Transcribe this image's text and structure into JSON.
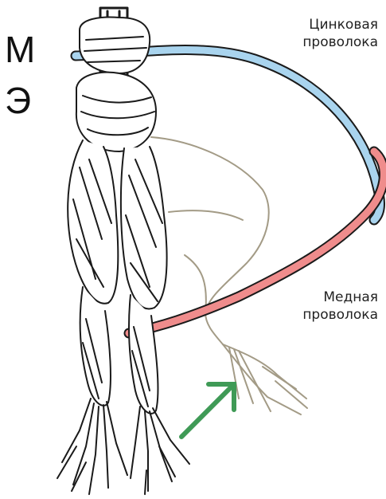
{
  "slide": {
    "title_fragment": "М\nЭ"
  },
  "labels": {
    "zinc_wire": "Цинковая\nпроволока",
    "copper_wire": "Медная\nпроволока"
  },
  "colors": {
    "zinc_wire": "#a9d4ee",
    "copper_wire": "#ef8c8c",
    "arrow": "#3f9a56",
    "outline": "#1a1a1a",
    "twitch_outline": "#a39b86"
  }
}
